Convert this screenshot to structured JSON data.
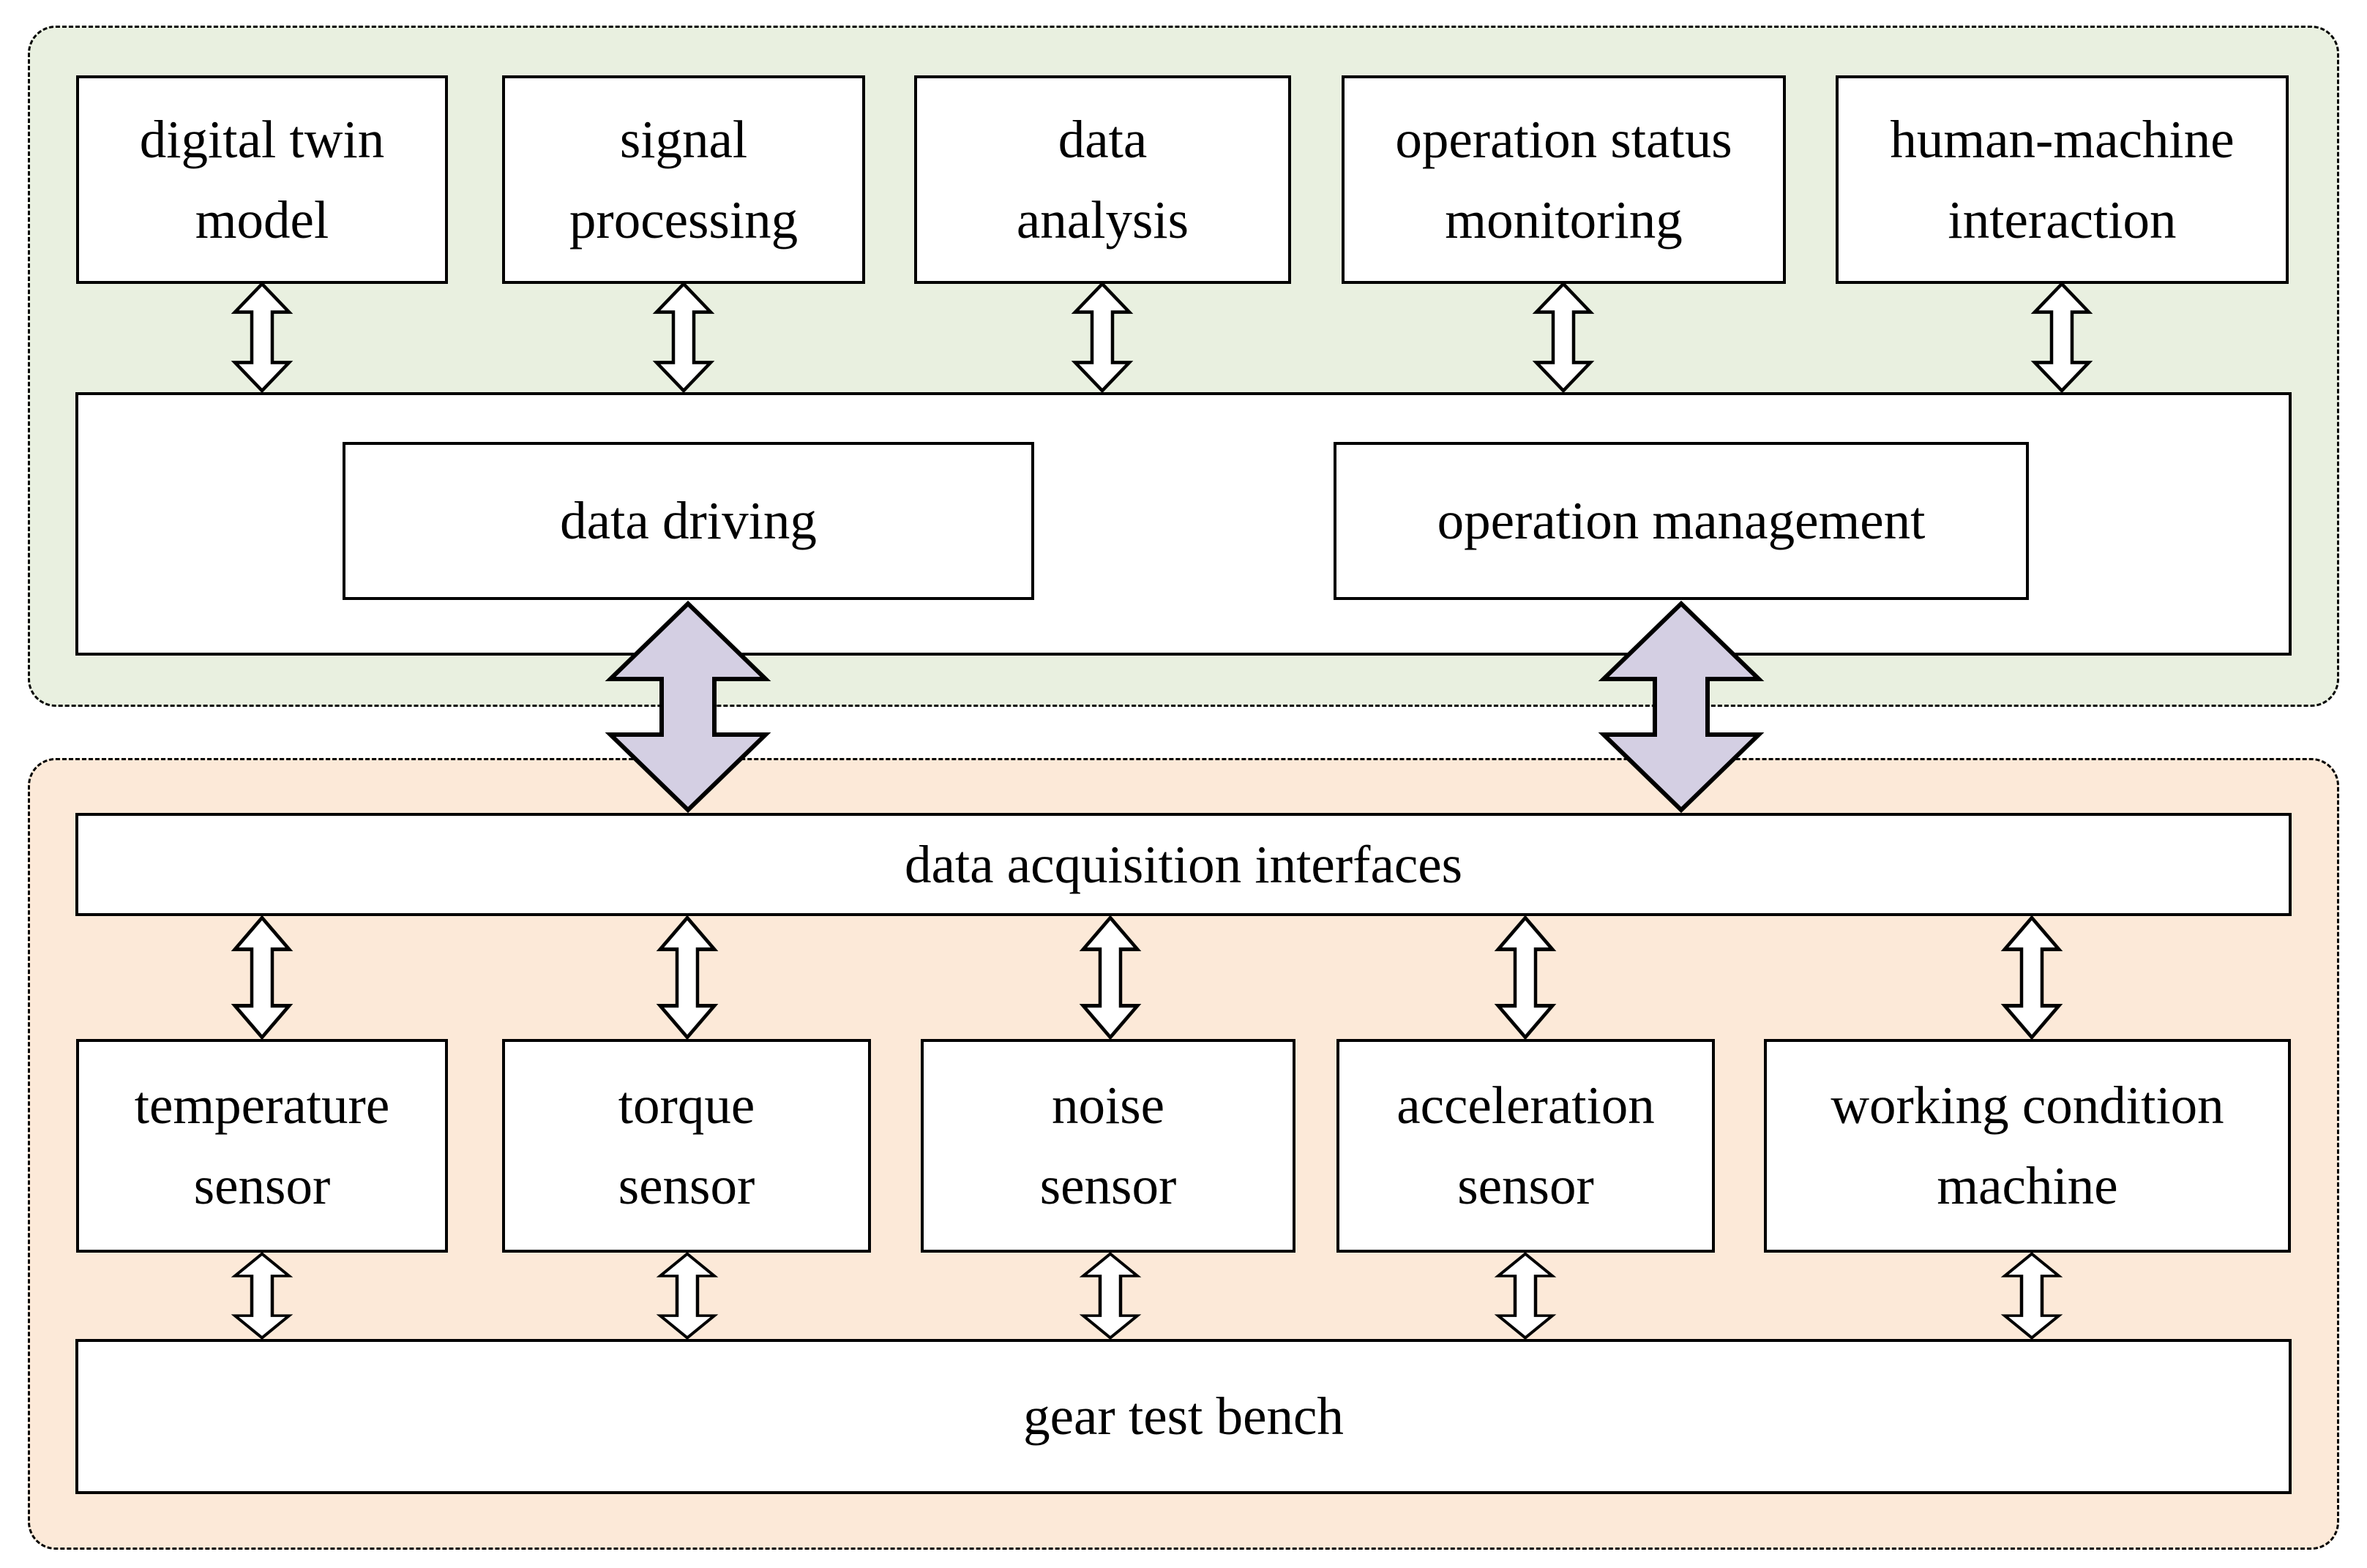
{
  "upper_layer": {
    "modules": [
      {
        "lines": [
          "digital twin",
          "model"
        ]
      },
      {
        "lines": [
          "signal",
          "processing"
        ]
      },
      {
        "lines": [
          "data",
          "analysis"
        ]
      },
      {
        "lines": [
          "operation status",
          "monitoring"
        ]
      },
      {
        "lines": [
          "human-machine",
          "interaction"
        ]
      }
    ],
    "data_driving_label": "data driving",
    "operation_management_label": "operation management"
  },
  "lower_layer": {
    "interfaces_label": "data acquisition interfaces",
    "devices": [
      {
        "lines": [
          "temperature",
          "sensor"
        ]
      },
      {
        "lines": [
          "torque",
          "sensor"
        ]
      },
      {
        "lines": [
          "noise",
          "sensor"
        ]
      },
      {
        "lines": [
          "acceleration",
          "sensor"
        ]
      },
      {
        "lines": [
          "working condition",
          "machine"
        ]
      }
    ],
    "bench_label": "gear test bench"
  },
  "colors": {
    "upper_bg": "#e9f0e0",
    "lower_bg": "#fce9d8",
    "connector_fill": "#d4cfe3",
    "node_bg": "#ffffff",
    "line": "#000000"
  }
}
